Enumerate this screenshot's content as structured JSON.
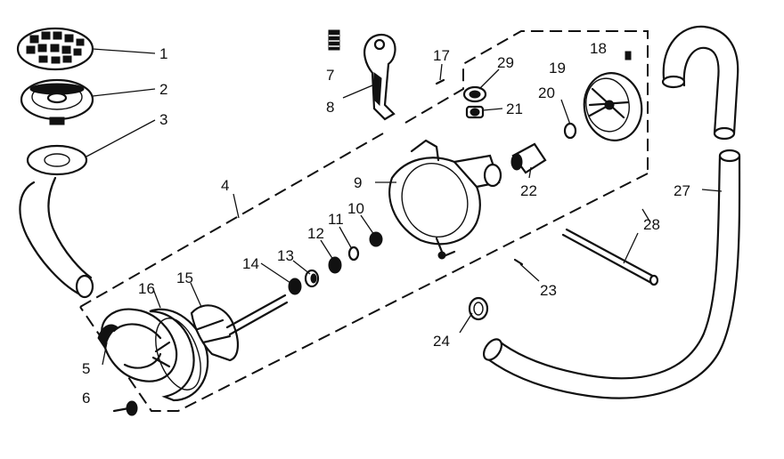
{
  "diagram": {
    "labels": [
      {
        "id": "p1",
        "text": "1"
      },
      {
        "id": "p2",
        "text": "2"
      },
      {
        "id": "p3",
        "text": "3"
      },
      {
        "id": "p4",
        "text": "4"
      },
      {
        "id": "p5",
        "text": "5"
      },
      {
        "id": "p6",
        "text": "6"
      },
      {
        "id": "p7",
        "text": "7"
      },
      {
        "id": "p8",
        "text": "8"
      },
      {
        "id": "p9",
        "text": "9"
      },
      {
        "id": "p10",
        "text": "10"
      },
      {
        "id": "p11",
        "text": "11"
      },
      {
        "id": "p12",
        "text": "12"
      },
      {
        "id": "p13",
        "text": "13"
      },
      {
        "id": "p14",
        "text": "14"
      },
      {
        "id": "p15",
        "text": "15"
      },
      {
        "id": "p16",
        "text": "16"
      },
      {
        "id": "p17",
        "text": "17"
      },
      {
        "id": "p18",
        "text": "18"
      },
      {
        "id": "p19",
        "text": "19"
      },
      {
        "id": "p20",
        "text": "20"
      },
      {
        "id": "p21",
        "text": "21"
      },
      {
        "id": "p22",
        "text": "22"
      },
      {
        "id": "p23",
        "text": "23"
      },
      {
        "id": "p24",
        "text": "24"
      },
      {
        "id": "p27",
        "text": "27"
      },
      {
        "id": "p28",
        "text": "28"
      },
      {
        "id": "p29",
        "text": "29"
      }
    ]
  }
}
